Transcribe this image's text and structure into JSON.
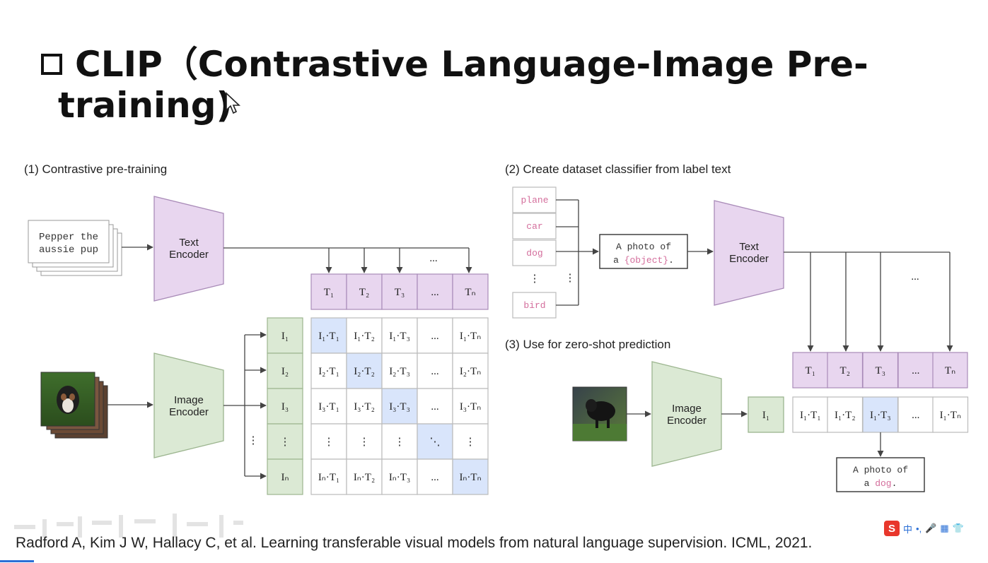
{
  "slide": {
    "title_line1": "CLIP（Contrastive Language-Image Pre-",
    "title_line2": "training)",
    "citation": "Radford A, Kim J W, Hallacy C, et al. Learning transferable visual models from natural language supervision. ICML, 2021."
  },
  "part1": {
    "label": "(1) Contrastive pre-training",
    "caption_line1": "Pepper the",
    "caption_line2": "aussie pup",
    "text_encoder": [
      "Text",
      "Encoder"
    ],
    "image_encoder": [
      "Image",
      "Encoder"
    ],
    "t_header": [
      "T₁",
      "T₂",
      "T₃",
      "...",
      "Tₙ"
    ],
    "i_column": [
      "I₁",
      "I₂",
      "I₃",
      "⋮",
      "Iₙ"
    ],
    "matrix": [
      [
        "I₁·T₁",
        "I₁·T₂",
        "I₁·T₃",
        "...",
        "I₁·Tₙ"
      ],
      [
        "I₂·T₁",
        "I₂·T₂",
        "I₂·T₃",
        "...",
        "I₂·Tₙ"
      ],
      [
        "I₃·T₁",
        "I₃·T₂",
        "I₃·T₃",
        "...",
        "I₃·Tₙ"
      ],
      [
        "⋮",
        "⋮",
        "⋮",
        "⋱",
        "⋮"
      ],
      [
        "Iₙ·T₁",
        "Iₙ·T₂",
        "Iₙ·T₃",
        "...",
        "Iₙ·Tₙ"
      ]
    ],
    "dots_label": "...",
    "left_dots": "⋮"
  },
  "part2": {
    "label": "(2) Create dataset classifier from label text",
    "labels": [
      "plane",
      "car",
      "dog",
      "⋮",
      "bird"
    ],
    "side_dots": "⋮",
    "template_line1": "A photo of",
    "template_line2_pre": "a ",
    "template_object": "{object}",
    "template_line2_post": ".",
    "text_encoder": [
      "Text",
      "Encoder"
    ],
    "dots_label": "..."
  },
  "part3": {
    "label": "(3) Use for zero-shot prediction",
    "image_encoder": [
      "Image",
      "Encoder"
    ],
    "i1": "I₁",
    "t_header": [
      "T₁",
      "T₂",
      "T₃",
      "...",
      "Tₙ"
    ],
    "scores": [
      "I₁·T₁",
      "I₁·T₂",
      "I₁·T₃",
      "...",
      "I₁·Tₙ"
    ],
    "result_line1": "A photo of",
    "result_line2_pre": "a ",
    "result_word": "dog",
    "result_line2_post": "."
  },
  "colors": {
    "text_purple": "#e8d6ef",
    "text_purple_stroke": "#a98bb8",
    "image_green": "#dbe9d4",
    "image_green_stroke": "#9cb58f",
    "highlight_blue": "#d9e5fb",
    "pink_text": "#d46e9c"
  },
  "ime_tray": {
    "logo": "S",
    "items": [
      "中",
      "•,",
      "🎤",
      "▦",
      "👕"
    ]
  }
}
